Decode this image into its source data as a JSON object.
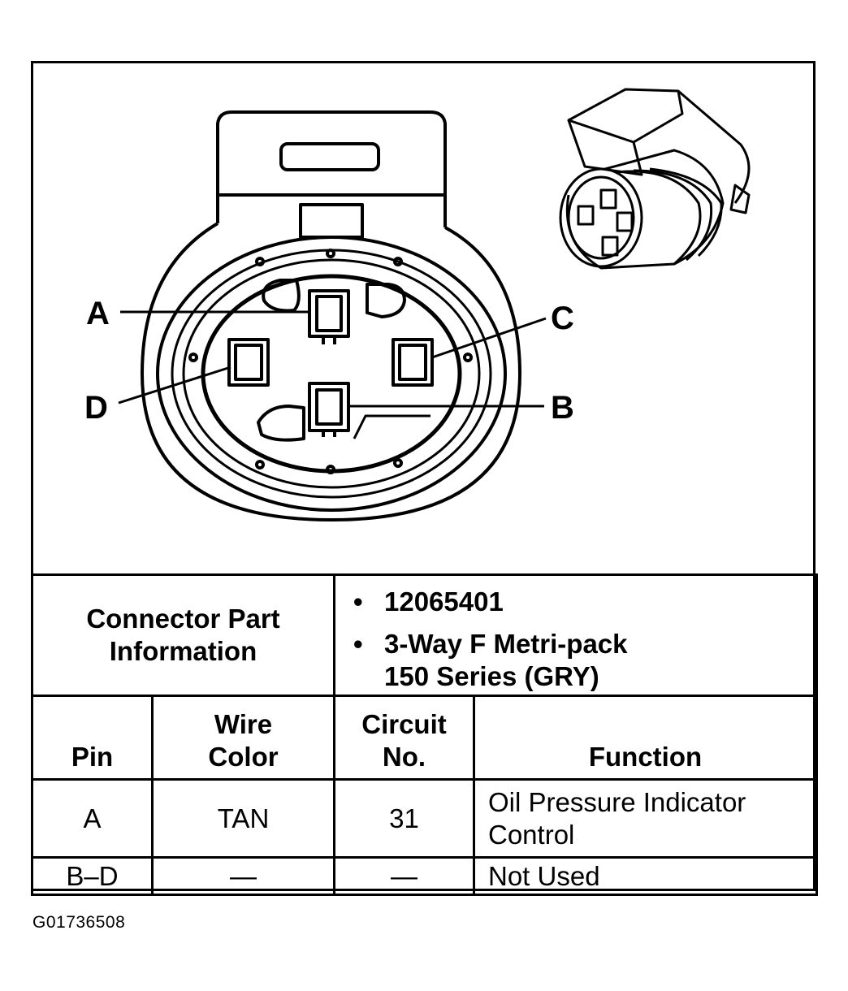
{
  "pin_labels": {
    "a": "A",
    "b": "B",
    "c": "C",
    "d": "D"
  },
  "connector_part_info": {
    "heading_line1": "Connector Part",
    "heading_line2": "Information",
    "bullet_symbol": "•",
    "part_number": "12065401",
    "description_line1": "3-Way F Metri-pack",
    "description_line2": "150 Series (GRY)"
  },
  "table": {
    "headers": {
      "pin": "Pin",
      "wire_color_line1": "Wire",
      "wire_color_line2": "Color",
      "circuit_line1": "Circuit",
      "circuit_line2": "No.",
      "function": "Function"
    },
    "rows": [
      {
        "pin": "A",
        "wire_color": "TAN",
        "circuit": "31",
        "function_line1": "Oil Pressure Indicator",
        "function_line2": "Control"
      },
      {
        "pin": "B–D",
        "wire_color": "—",
        "circuit": "—",
        "function_line1": "Not Used",
        "function_line2": ""
      }
    ]
  },
  "figure_id": "G01736508"
}
